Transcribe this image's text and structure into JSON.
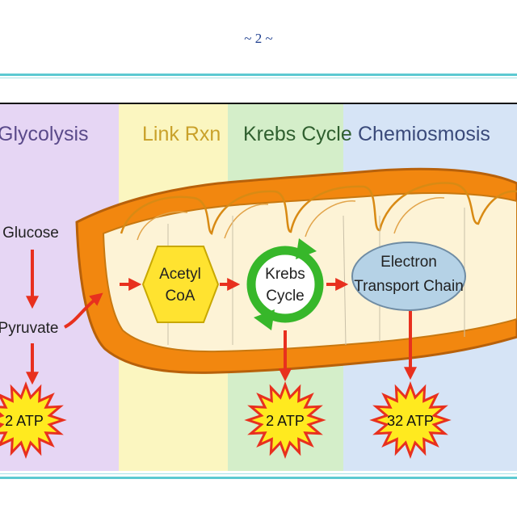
{
  "page": {
    "number": "~ 2 ~"
  },
  "stages": [
    {
      "title": "Glycolysis",
      "color": "#5a4a8a",
      "bg": "#e6d6f4"
    },
    {
      "title": "Link Rxn",
      "color": "#c9a12a",
      "bg": "#fbf6c0"
    },
    {
      "title": "Krebs Cycle",
      "color": "#2f5f2f",
      "bg": "#d4eec9"
    },
    {
      "title": "Chemiosmosis",
      "color": "#3a4a7a",
      "bg": "#d6e4f6"
    }
  ],
  "molecules": {
    "glucose": "Glucose",
    "pyruvate": "Pyruvate",
    "acetyl_coa": [
      "Acetyl",
      "CoA"
    ],
    "krebs_cycle": [
      "Krebs",
      "Cycle"
    ],
    "electron_transport_chain": [
      "Electron",
      "Transport Chain"
    ]
  },
  "atp_yields": {
    "glycolysis": "2 ATP",
    "krebs": "2 ATP",
    "chemiosmosis": "32 ATP"
  },
  "colors": {
    "arrow": "#e8301e",
    "mito_outer": "#f2870f",
    "mito_edge": "#b8610a",
    "acetyl_fill": "#ffe330",
    "krebs_ring": "#37b72a",
    "etc_fill": "#b5d2e6",
    "burst_fill": "#ffea1f"
  }
}
